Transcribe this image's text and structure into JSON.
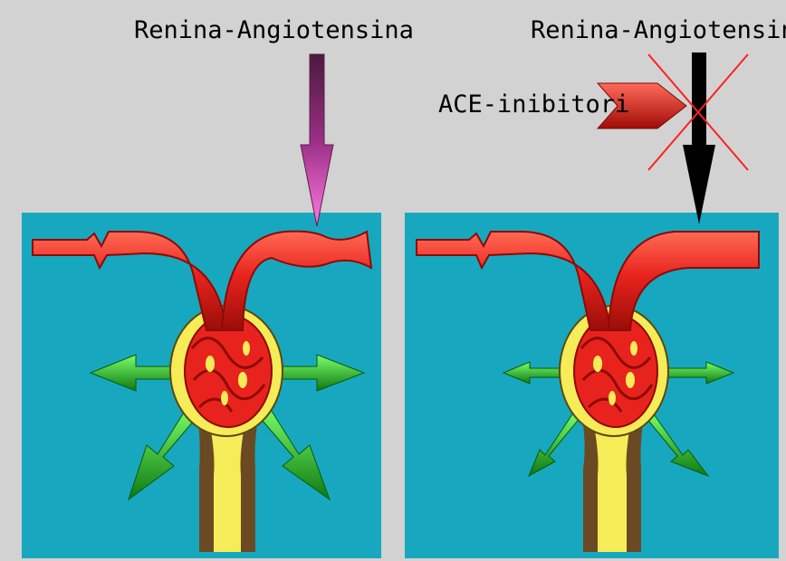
{
  "diagram": {
    "left_panel": {
      "label": "Renina-Angiotensina"
    },
    "right_panel": {
      "label": "Renina-Angiotensina",
      "inhibitor_label": "ACE-inibitori"
    },
    "colors": {
      "background": "#d2d2d2",
      "fluid": "#17a8bf",
      "vessel": "#e8231d",
      "vessel_dark": "#8e0a06",
      "capsule": "#f5ec58",
      "tubule_wall": "#6b4a23",
      "filtration_arrow": "#1aa61a",
      "angiotensin_arrow": "#d94fc0",
      "blocked_arrow": "#000000",
      "cross": "#ff2020",
      "inhibitor_arrow": "#e11a12"
    }
  }
}
